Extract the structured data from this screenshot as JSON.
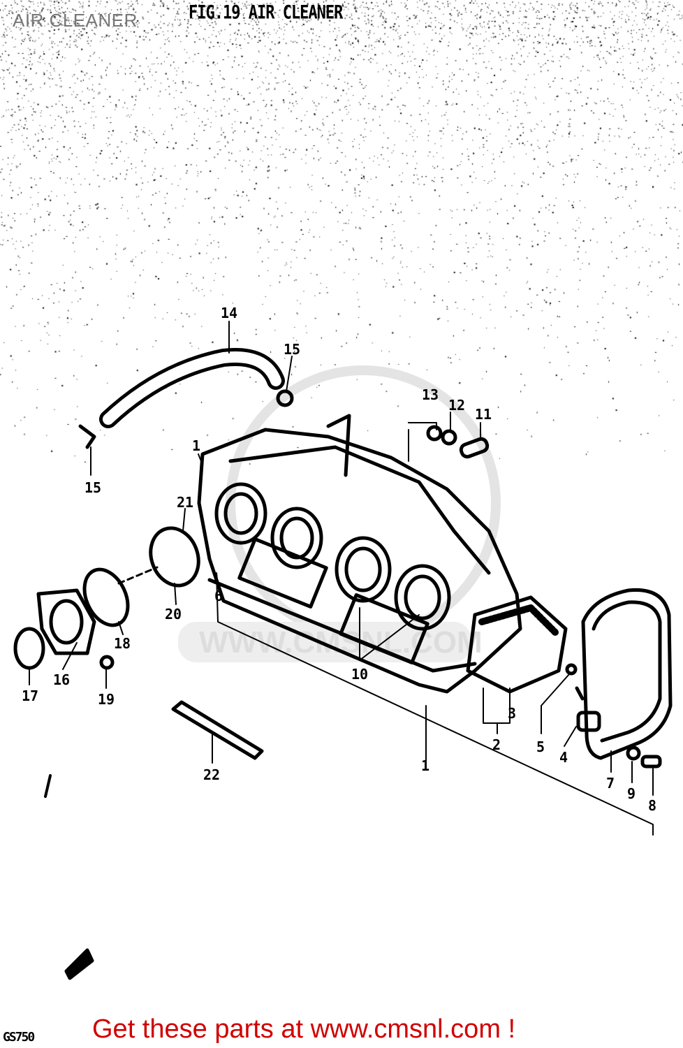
{
  "overlay_title": "AIR CLEANER",
  "figure_title": "FIG.19  AIR CLEANER",
  "watermark": "WWW.CMSNL.COM",
  "model_code": "GS750",
  "footer_link": "Get these parts at www.cmsnl.com !",
  "callouts": [
    "14",
    "15",
    "13",
    "12",
    "11",
    "1",
    "15",
    "21",
    "6",
    "20",
    "18",
    "16",
    "17",
    "19",
    "10",
    "3",
    "2",
    "5",
    "4",
    "7",
    "9",
    "8",
    "22",
    "1"
  ],
  "colors": {
    "footer": "#d00000",
    "overlay_title": "#777777",
    "line_art": "#000000"
  }
}
